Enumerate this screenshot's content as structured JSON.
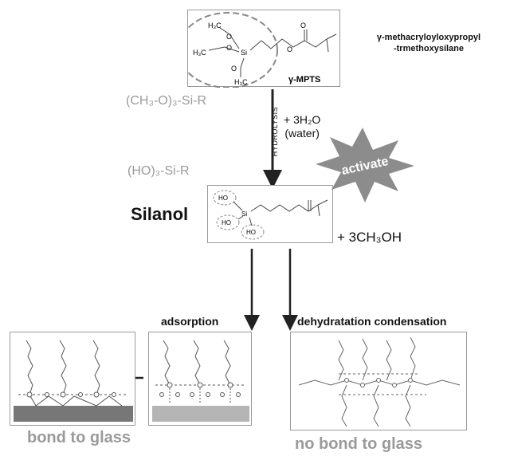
{
  "top": {
    "name_line1": "γ-methacryloyloxypropyl",
    "name_line2": "-trmethoxysilane",
    "abbrev": "γ-MPTS",
    "formula_label": "(CH₃-O)₃-Si-R",
    "labels": {
      "h3c_a": "H₃C",
      "h3c_b": "H₃C",
      "h3c_c": "H₃C",
      "o": "O",
      "si": "Si"
    }
  },
  "reaction": {
    "process": "HYDROLYSIS",
    "reagent_line1": "+ 3H₂O",
    "reagent_line2": "(water)"
  },
  "middle": {
    "formula_label": "(HO)₃-Si-R",
    "title": "Silanol",
    "badge": "activate",
    "byproduct": "+ 3CH₃OH",
    "labels": {
      "ho": "HO",
      "si": "Si"
    }
  },
  "bottom": {
    "adsorption_label": "adsorption",
    "condensation_label": "dehydratation condensation",
    "bond_label": "bond to glass",
    "nobond_label": "no bond to glass"
  }
}
